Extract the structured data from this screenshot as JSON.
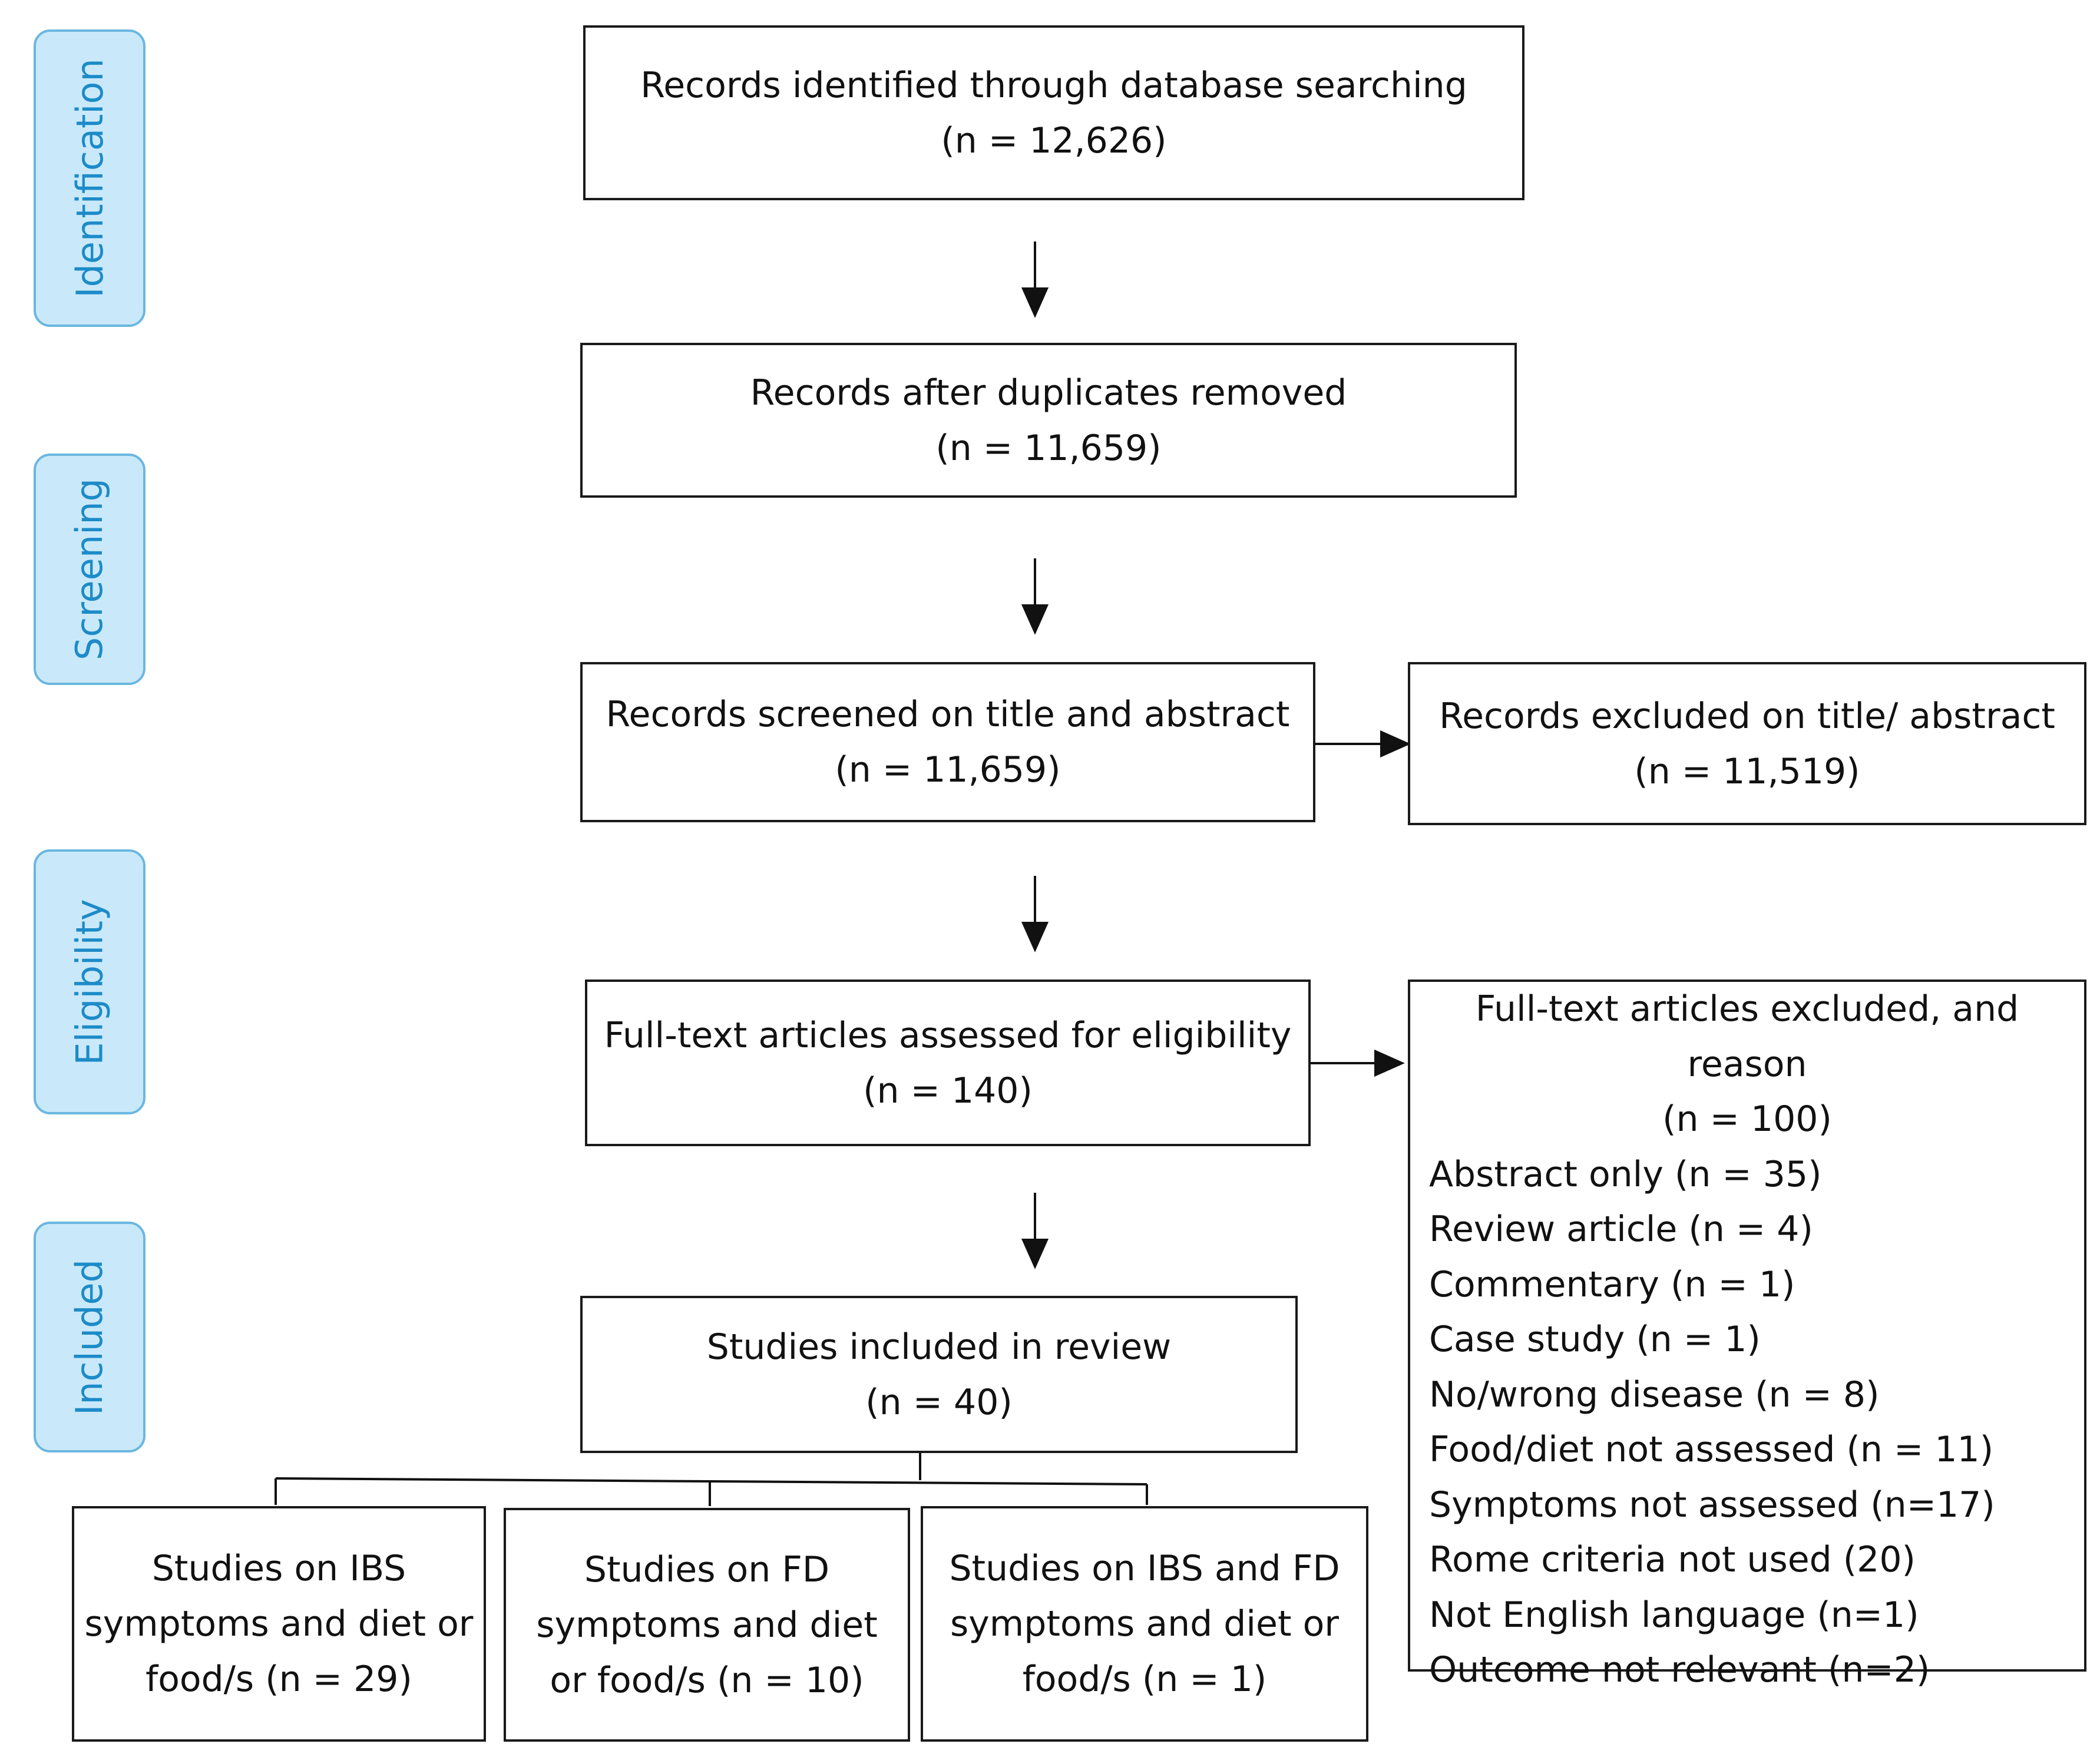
{
  "stages": [
    {
      "key": "identification",
      "label": "Identification"
    },
    {
      "key": "screening",
      "label": "Screening"
    },
    {
      "key": "eligibility",
      "label": "Eligibility"
    },
    {
      "key": "included",
      "label": "Included"
    }
  ],
  "boxes": {
    "identified": {
      "title": "Records identified through database searching",
      "count": "(n = 12,626)"
    },
    "deduplicated": {
      "title": "Records after duplicates removed",
      "count": "(n = 11,659)"
    },
    "screened": {
      "title": "Records screened on title and abstract",
      "count": "(n = 11,659)"
    },
    "excluded_title": {
      "title": "Records excluded on title/ abstract",
      "count": "(n = 11,519)"
    },
    "full_text": {
      "title": "Full-text articles assessed for eligibility",
      "count": "(n = 140)"
    },
    "included": {
      "title": "Studies included in review",
      "count": "(n = 40)"
    }
  },
  "fulltext_excluded": {
    "title": "Full-text articles excluded, and reason",
    "count": "(n = 100)",
    "reasons": [
      "Abstract only (n = 35)",
      "Review article (n = 4)",
      "Commentary (n = 1)",
      "Case study (n = 1)",
      "No/wrong disease (n = 8)",
      "Food/diet not assessed (n = 11)",
      "Symptoms not assessed (n=17)",
      "Rome criteria not used (20)",
      "Not English language (n=1)",
      "Outcome not relevant (n=2)"
    ]
  },
  "subgroups": {
    "ibs": {
      "lines": [
        "Studies on IBS",
        "symptoms and diet or",
        "food/s (n = 29)"
      ]
    },
    "fd": {
      "lines": [
        "Studies on FD",
        "symptoms and diet",
        "or food/s (n = 10)"
      ]
    },
    "ibs_fd": {
      "lines": [
        "Studies on IBS and FD",
        "symptoms and diet or",
        "food/s (n = 1)"
      ]
    }
  }
}
